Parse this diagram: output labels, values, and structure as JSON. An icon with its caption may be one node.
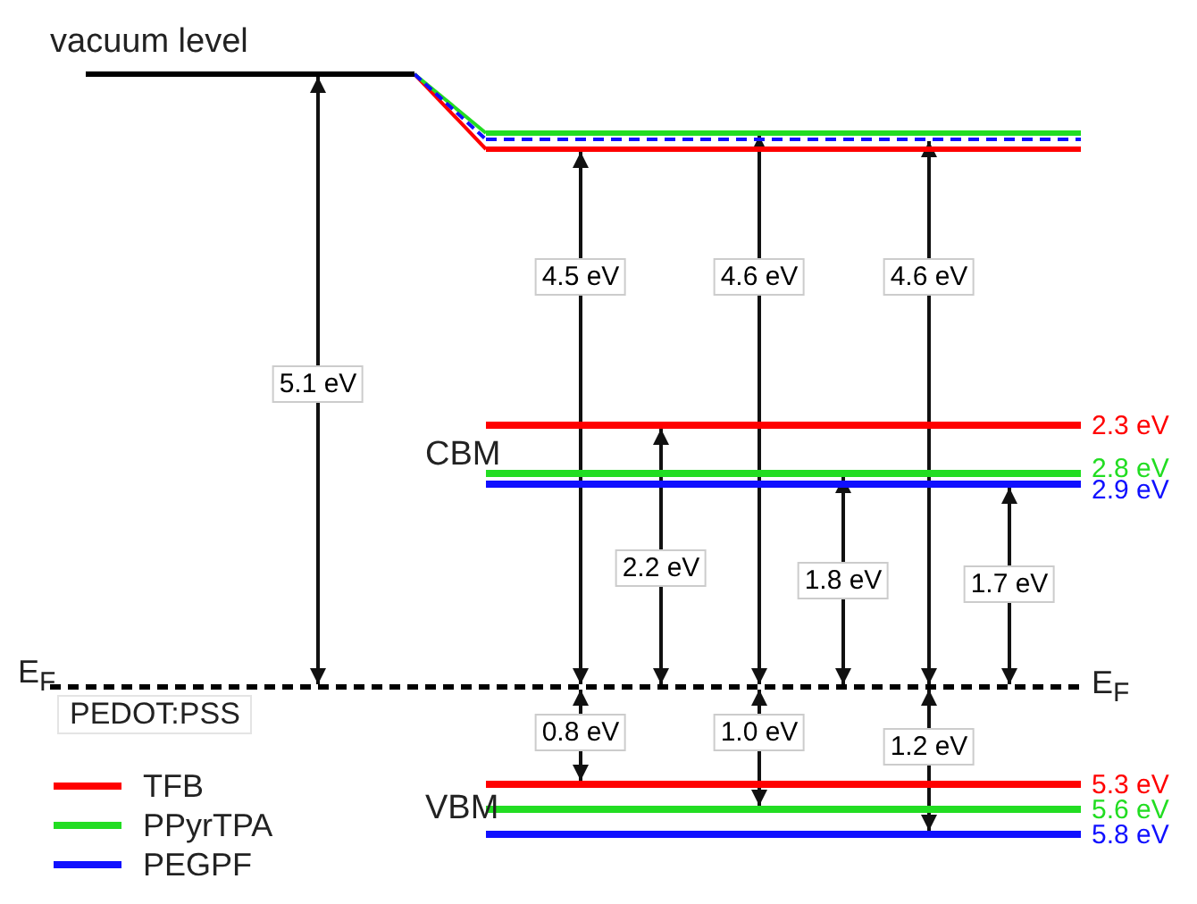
{
  "diagram": {
    "nodes": [
      {
        "text": [
          "vacuum level"
        ]
      },
      {
        "text": [],
        "shape": "bar"
      },
      {
        "text": [],
        "shape": "bar"
      },
      {
        "text": [],
        "shape": "bar"
      },
      {
        "text": [
          "PEDOT:PSS"
        ],
        "beside": [
          "E$_{F}$",
          "E$_{F}$"
        ]
      },
      {
        "text": [],
        "shape": "bar",
        "beside": [
          "2.3 eV"
        ]
      },
      {
        "text": [],
        "shape": "bar",
        "beside": [
          "2.8 eV"
        ]
      },
      {
        "text": [],
        "shape": "bar",
        "beside": [
          "2.9 eV"
        ]
      },
      {
        "text": [],
        "shape": "bar",
        "beside": [
          "5.3 eV"
        ]
      },
      {
        "text": [],
        "shape": "bar",
        "beside": [
          "5.6 eV"
        ]
      },
      {
        "text": [],
        "shape": "bar",
        "beside": [
          "5.8 eV"
        ]
      }
    ],
    "edges": [
      {
        "from": 0,
        "to": 3,
        "arrow": "none",
        "color": "#ff0000"
      },
      {
        "from": 0,
        "to": 1,
        "arrow": "none",
        "color": "#22dd22"
      },
      {
        "from": 0,
        "to": 2,
        "arrow": "none",
        "color": "#1010ff",
        "style": "dashed"
      },
      {
        "from": 0,
        "to": 4,
        "arrow": "both",
        "label": "5.1 eV"
      },
      {
        "from": 3,
        "to": 4,
        "arrow": "both",
        "label": "4.5 eV"
      },
      {
        "from": 1,
        "to": 4,
        "arrow": "both",
        "label": "4.6 eV"
      },
      {
        "from": 2,
        "to": 4,
        "arrow": "both",
        "label": "4.6 eV"
      },
      {
        "from": 5,
        "to": 4,
        "arrow": "both",
        "label": "2.2 eV"
      },
      {
        "from": 6,
        "to": 4,
        "arrow": "both",
        "label": "1.8 eV"
      },
      {
        "from": 7,
        "to": 4,
        "arrow": "both",
        "label": "1.7 eV"
      },
      {
        "from": 4,
        "to": 8,
        "arrow": "both",
        "label": "0.8 eV"
      },
      {
        "from": 4,
        "to": 9,
        "arrow": "both",
        "label": "1.0 eV"
      },
      {
        "from": 4,
        "to": 10,
        "arrow": "both",
        "label": "1.2 eV"
      }
    ],
    "labels": [
      "CBM",
      "VBM"
    ],
    "legend": [
      {
        "text": "TFB",
        "color": "#ff0000"
      },
      {
        "text": "PPyrTPA",
        "color": "#22dd22"
      },
      {
        "text": "PEGPF",
        "color": "#1010ff"
      }
    ]
  }
}
